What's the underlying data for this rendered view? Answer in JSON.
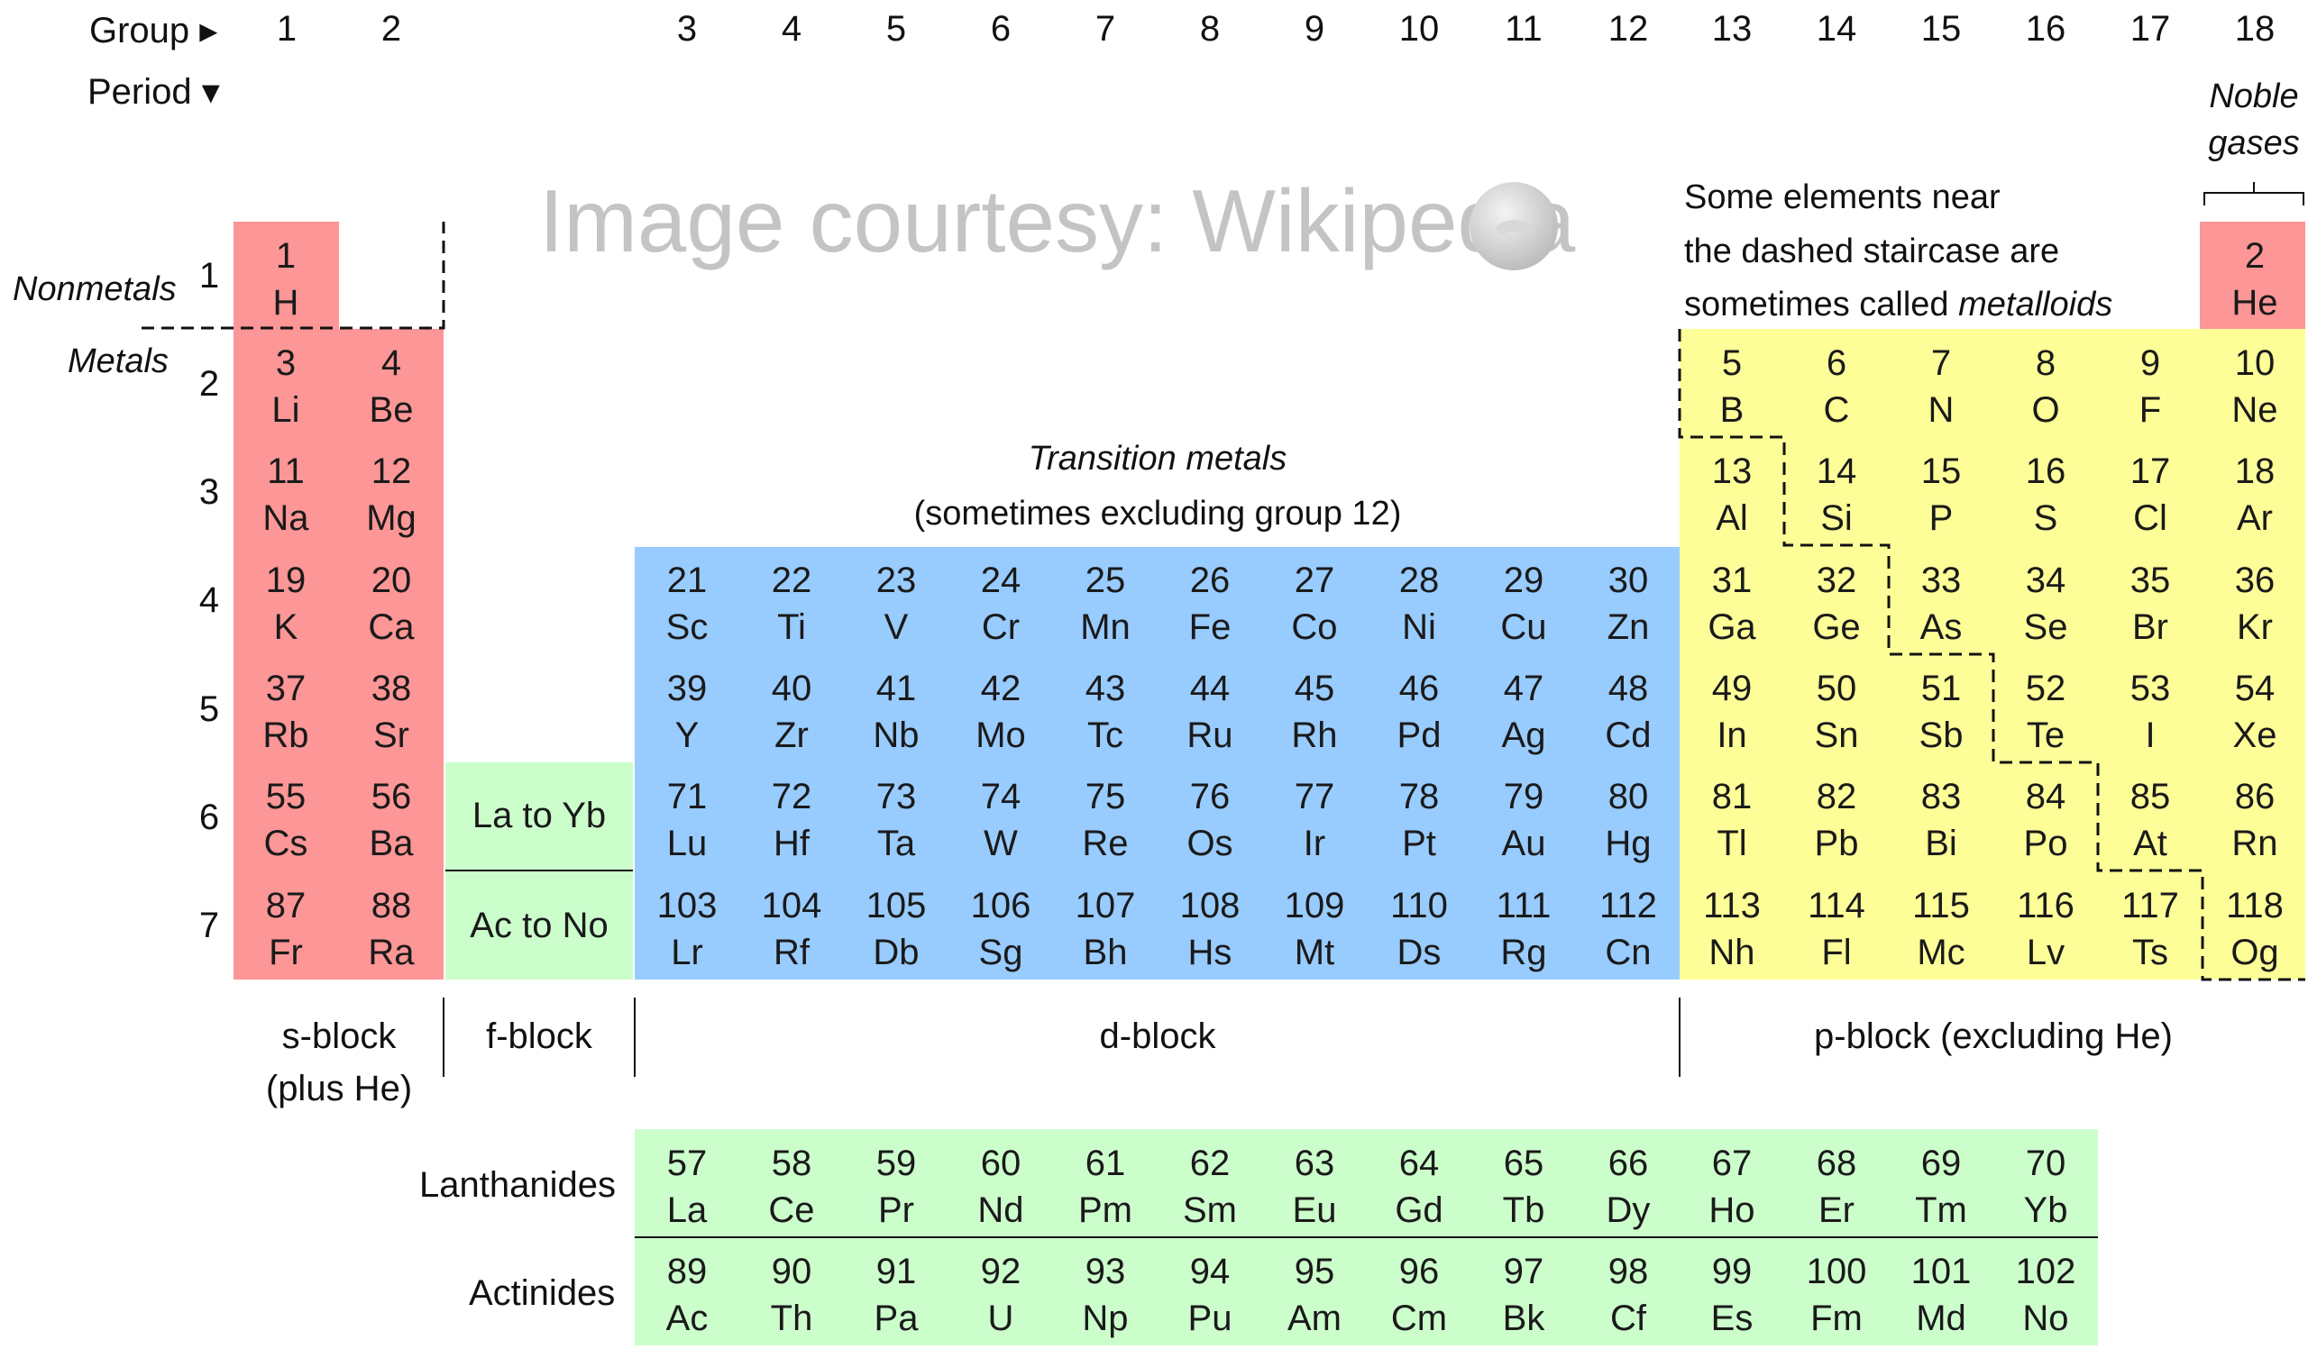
{
  "colors": {
    "s_block": "#fd9696",
    "f_block": "#ccfecc",
    "d_block": "#98cbfe",
    "p_block": "#fefe98",
    "watermark": "#c4c4c4",
    "line": "#111111"
  },
  "header": {
    "group_label": "Group ▸",
    "period_label": "Period ▾",
    "groups": [
      "1",
      "2",
      "3",
      "4",
      "5",
      "6",
      "7",
      "8",
      "9",
      "10",
      "11",
      "12",
      "13",
      "14",
      "15",
      "16",
      "17",
      "18"
    ],
    "periods": [
      "1",
      "2",
      "3",
      "4",
      "5",
      "6",
      "7"
    ]
  },
  "labels": {
    "nonmetals": "Nonmetals",
    "metals": "Metals",
    "noble_gases_line1": "Noble",
    "noble_gases_line2": "gases",
    "metalloid_note_line1": "Some elements near",
    "metalloid_note_line2": "the dashed staircase are",
    "metalloid_note_line3_prefix": "sometimes called ",
    "metalloid_note_line3_em": "metalloids",
    "transition_line1": "Transition metals",
    "transition_line2": "(sometimes excluding group 12)",
    "watermark": "Image courtesy: Wikipedia",
    "lanthanides": "Lanthanides",
    "actinides": "Actinides"
  },
  "blocks": {
    "s_block_line1": "s-block",
    "s_block_line2": "(plus He)",
    "f_block": "f-block",
    "d_block": "d-block",
    "p_block": "p-block (excluding He)"
  },
  "f_block_cells": {
    "period6": "La to Yb",
    "period7": "Ac to No"
  },
  "elements": [
    {
      "n": "1",
      "s": "H",
      "g": 1,
      "p": 1,
      "b": "s"
    },
    {
      "n": "2",
      "s": "He",
      "g": 18,
      "p": 1,
      "b": "s"
    },
    {
      "n": "3",
      "s": "Li",
      "g": 1,
      "p": 2,
      "b": "s"
    },
    {
      "n": "4",
      "s": "Be",
      "g": 2,
      "p": 2,
      "b": "s"
    },
    {
      "n": "5",
      "s": "B",
      "g": 13,
      "p": 2,
      "b": "p"
    },
    {
      "n": "6",
      "s": "C",
      "g": 14,
      "p": 2,
      "b": "p"
    },
    {
      "n": "7",
      "s": "N",
      "g": 15,
      "p": 2,
      "b": "p"
    },
    {
      "n": "8",
      "s": "O",
      "g": 16,
      "p": 2,
      "b": "p"
    },
    {
      "n": "9",
      "s": "F",
      "g": 17,
      "p": 2,
      "b": "p"
    },
    {
      "n": "10",
      "s": "Ne",
      "g": 18,
      "p": 2,
      "b": "p"
    },
    {
      "n": "11",
      "s": "Na",
      "g": 1,
      "p": 3,
      "b": "s"
    },
    {
      "n": "12",
      "s": "Mg",
      "g": 2,
      "p": 3,
      "b": "s"
    },
    {
      "n": "13",
      "s": "Al",
      "g": 13,
      "p": 3,
      "b": "p"
    },
    {
      "n": "14",
      "s": "Si",
      "g": 14,
      "p": 3,
      "b": "p"
    },
    {
      "n": "15",
      "s": "P",
      "g": 15,
      "p": 3,
      "b": "p"
    },
    {
      "n": "16",
      "s": "S",
      "g": 16,
      "p": 3,
      "b": "p"
    },
    {
      "n": "17",
      "s": "Cl",
      "g": 17,
      "p": 3,
      "b": "p"
    },
    {
      "n": "18",
      "s": "Ar",
      "g": 18,
      "p": 3,
      "b": "p"
    },
    {
      "n": "19",
      "s": "K",
      "g": 1,
      "p": 4,
      "b": "s"
    },
    {
      "n": "20",
      "s": "Ca",
      "g": 2,
      "p": 4,
      "b": "s"
    },
    {
      "n": "21",
      "s": "Sc",
      "g": 3,
      "p": 4,
      "b": "d"
    },
    {
      "n": "22",
      "s": "Ti",
      "g": 4,
      "p": 4,
      "b": "d"
    },
    {
      "n": "23",
      "s": "V",
      "g": 5,
      "p": 4,
      "b": "d"
    },
    {
      "n": "24",
      "s": "Cr",
      "g": 6,
      "p": 4,
      "b": "d"
    },
    {
      "n": "25",
      "s": "Mn",
      "g": 7,
      "p": 4,
      "b": "d"
    },
    {
      "n": "26",
      "s": "Fe",
      "g": 8,
      "p": 4,
      "b": "d"
    },
    {
      "n": "27",
      "s": "Co",
      "g": 9,
      "p": 4,
      "b": "d"
    },
    {
      "n": "28",
      "s": "Ni",
      "g": 10,
      "p": 4,
      "b": "d"
    },
    {
      "n": "29",
      "s": "Cu",
      "g": 11,
      "p": 4,
      "b": "d"
    },
    {
      "n": "30",
      "s": "Zn",
      "g": 12,
      "p": 4,
      "b": "d"
    },
    {
      "n": "31",
      "s": "Ga",
      "g": 13,
      "p": 4,
      "b": "p"
    },
    {
      "n": "32",
      "s": "Ge",
      "g": 14,
      "p": 4,
      "b": "p"
    },
    {
      "n": "33",
      "s": "As",
      "g": 15,
      "p": 4,
      "b": "p"
    },
    {
      "n": "34",
      "s": "Se",
      "g": 16,
      "p": 4,
      "b": "p"
    },
    {
      "n": "35",
      "s": "Br",
      "g": 17,
      "p": 4,
      "b": "p"
    },
    {
      "n": "36",
      "s": "Kr",
      "g": 18,
      "p": 4,
      "b": "p"
    },
    {
      "n": "37",
      "s": "Rb",
      "g": 1,
      "p": 5,
      "b": "s"
    },
    {
      "n": "38",
      "s": "Sr",
      "g": 2,
      "p": 5,
      "b": "s"
    },
    {
      "n": "39",
      "s": "Y",
      "g": 3,
      "p": 5,
      "b": "d"
    },
    {
      "n": "40",
      "s": "Zr",
      "g": 4,
      "p": 5,
      "b": "d"
    },
    {
      "n": "41",
      "s": "Nb",
      "g": 5,
      "p": 5,
      "b": "d"
    },
    {
      "n": "42",
      "s": "Mo",
      "g": 6,
      "p": 5,
      "b": "d"
    },
    {
      "n": "43",
      "s": "Tc",
      "g": 7,
      "p": 5,
      "b": "d"
    },
    {
      "n": "44",
      "s": "Ru",
      "g": 8,
      "p": 5,
      "b": "d"
    },
    {
      "n": "45",
      "s": "Rh",
      "g": 9,
      "p": 5,
      "b": "d"
    },
    {
      "n": "46",
      "s": "Pd",
      "g": 10,
      "p": 5,
      "b": "d"
    },
    {
      "n": "47",
      "s": "Ag",
      "g": 11,
      "p": 5,
      "b": "d"
    },
    {
      "n": "48",
      "s": "Cd",
      "g": 12,
      "p": 5,
      "b": "d"
    },
    {
      "n": "49",
      "s": "In",
      "g": 13,
      "p": 5,
      "b": "p"
    },
    {
      "n": "50",
      "s": "Sn",
      "g": 14,
      "p": 5,
      "b": "p"
    },
    {
      "n": "51",
      "s": "Sb",
      "g": 15,
      "p": 5,
      "b": "p"
    },
    {
      "n": "52",
      "s": "Te",
      "g": 16,
      "p": 5,
      "b": "p"
    },
    {
      "n": "53",
      "s": "I",
      "g": 17,
      "p": 5,
      "b": "p"
    },
    {
      "n": "54",
      "s": "Xe",
      "g": 18,
      "p": 5,
      "b": "p"
    },
    {
      "n": "55",
      "s": "Cs",
      "g": 1,
      "p": 6,
      "b": "s"
    },
    {
      "n": "56",
      "s": "Ba",
      "g": 2,
      "p": 6,
      "b": "s"
    },
    {
      "n": "71",
      "s": "Lu",
      "g": 3,
      "p": 6,
      "b": "d"
    },
    {
      "n": "72",
      "s": "Hf",
      "g": 4,
      "p": 6,
      "b": "d"
    },
    {
      "n": "73",
      "s": "Ta",
      "g": 5,
      "p": 6,
      "b": "d"
    },
    {
      "n": "74",
      "s": "W",
      "g": 6,
      "p": 6,
      "b": "d"
    },
    {
      "n": "75",
      "s": "Re",
      "g": 7,
      "p": 6,
      "b": "d"
    },
    {
      "n": "76",
      "s": "Os",
      "g": 8,
      "p": 6,
      "b": "d"
    },
    {
      "n": "77",
      "s": "Ir",
      "g": 9,
      "p": 6,
      "b": "d"
    },
    {
      "n": "78",
      "s": "Pt",
      "g": 10,
      "p": 6,
      "b": "d"
    },
    {
      "n": "79",
      "s": "Au",
      "g": 11,
      "p": 6,
      "b": "d"
    },
    {
      "n": "80",
      "s": "Hg",
      "g": 12,
      "p": 6,
      "b": "d"
    },
    {
      "n": "81",
      "s": "Tl",
      "g": 13,
      "p": 6,
      "b": "p"
    },
    {
      "n": "82",
      "s": "Pb",
      "g": 14,
      "p": 6,
      "b": "p"
    },
    {
      "n": "83",
      "s": "Bi",
      "g": 15,
      "p": 6,
      "b": "p"
    },
    {
      "n": "84",
      "s": "Po",
      "g": 16,
      "p": 6,
      "b": "p"
    },
    {
      "n": "85",
      "s": "At",
      "g": 17,
      "p": 6,
      "b": "p"
    },
    {
      "n": "86",
      "s": "Rn",
      "g": 18,
      "p": 6,
      "b": "p"
    },
    {
      "n": "87",
      "s": "Fr",
      "g": 1,
      "p": 7,
      "b": "s"
    },
    {
      "n": "88",
      "s": "Ra",
      "g": 2,
      "p": 7,
      "b": "s"
    },
    {
      "n": "103",
      "s": "Lr",
      "g": 3,
      "p": 7,
      "b": "d"
    },
    {
      "n": "104",
      "s": "Rf",
      "g": 4,
      "p": 7,
      "b": "d"
    },
    {
      "n": "105",
      "s": "Db",
      "g": 5,
      "p": 7,
      "b": "d"
    },
    {
      "n": "106",
      "s": "Sg",
      "g": 6,
      "p": 7,
      "b": "d"
    },
    {
      "n": "107",
      "s": "Bh",
      "g": 7,
      "p": 7,
      "b": "d"
    },
    {
      "n": "108",
      "s": "Hs",
      "g": 8,
      "p": 7,
      "b": "d"
    },
    {
      "n": "109",
      "s": "Mt",
      "g": 9,
      "p": 7,
      "b": "d"
    },
    {
      "n": "110",
      "s": "Ds",
      "g": 10,
      "p": 7,
      "b": "d"
    },
    {
      "n": "111",
      "s": "Rg",
      "g": 11,
      "p": 7,
      "b": "d"
    },
    {
      "n": "112",
      "s": "Cn",
      "g": 12,
      "p": 7,
      "b": "d"
    },
    {
      "n": "113",
      "s": "Nh",
      "g": 13,
      "p": 7,
      "b": "p"
    },
    {
      "n": "114",
      "s": "Fl",
      "g": 14,
      "p": 7,
      "b": "p"
    },
    {
      "n": "115",
      "s": "Mc",
      "g": 15,
      "p": 7,
      "b": "p"
    },
    {
      "n": "116",
      "s": "Lv",
      "g": 16,
      "p": 7,
      "b": "p"
    },
    {
      "n": "117",
      "s": "Ts",
      "g": 17,
      "p": 7,
      "b": "p"
    },
    {
      "n": "118",
      "s": "Og",
      "g": 18,
      "p": 7,
      "b": "p"
    }
  ],
  "lanthanides": [
    {
      "n": "57",
      "s": "La"
    },
    {
      "n": "58",
      "s": "Ce"
    },
    {
      "n": "59",
      "s": "Pr"
    },
    {
      "n": "60",
      "s": "Nd"
    },
    {
      "n": "61",
      "s": "Pm"
    },
    {
      "n": "62",
      "s": "Sm"
    },
    {
      "n": "63",
      "s": "Eu"
    },
    {
      "n": "64",
      "s": "Gd"
    },
    {
      "n": "65",
      "s": "Tb"
    },
    {
      "n": "66",
      "s": "Dy"
    },
    {
      "n": "67",
      "s": "Ho"
    },
    {
      "n": "68",
      "s": "Er"
    },
    {
      "n": "69",
      "s": "Tm"
    },
    {
      "n": "70",
      "s": "Yb"
    }
  ],
  "actinides": [
    {
      "n": "89",
      "s": "Ac"
    },
    {
      "n": "90",
      "s": "Th"
    },
    {
      "n": "91",
      "s": "Pa"
    },
    {
      "n": "92",
      "s": "U"
    },
    {
      "n": "93",
      "s": "Np"
    },
    {
      "n": "94",
      "s": "Pu"
    },
    {
      "n": "95",
      "s": "Am"
    },
    {
      "n": "96",
      "s": "Cm"
    },
    {
      "n": "97",
      "s": "Bk"
    },
    {
      "n": "98",
      "s": "Cf"
    },
    {
      "n": "99",
      "s": "Es"
    },
    {
      "n": "100",
      "s": "Fm"
    },
    {
      "n": "101",
      "s": "Md"
    },
    {
      "n": "102",
      "s": "No"
    }
  ]
}
